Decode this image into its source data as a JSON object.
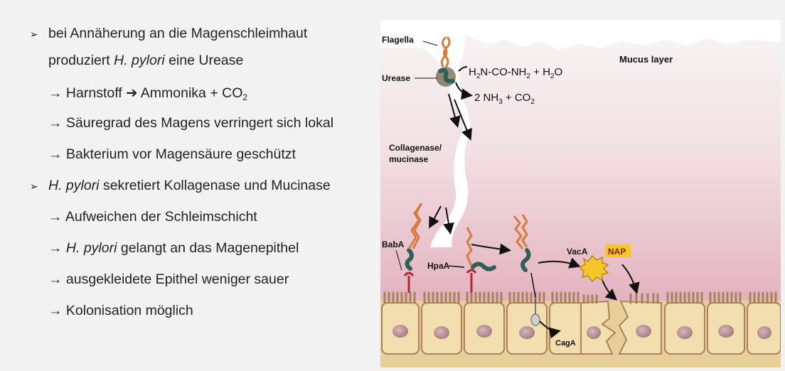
{
  "bullets": [
    {
      "type": "main",
      "line1": "bei Annäherung an die Magenschleimhaut",
      "line2_pre": "produziert ",
      "line2_italic": "H.  pylori",
      "line2_post": " eine Urease"
    },
    {
      "type": "sub",
      "arrow": "→",
      "pre": "Harnstoff ",
      "thick_arrow": "➔",
      "mid": " Ammonika + CO",
      "sub": "2"
    },
    {
      "type": "sub",
      "arrow": "→",
      "text": "Säuregrad des Magens verringert sich lokal"
    },
    {
      "type": "sub",
      "arrow": "→",
      "text": "Bakterium vor Magensäure geschützt"
    },
    {
      "type": "main",
      "italic": "H.  pylori",
      "text": " sekretiert Kollagenase und Mucinase"
    },
    {
      "type": "sub",
      "arrow": "→",
      "text": "Aufweichen der Schleimschicht"
    },
    {
      "type": "sub",
      "arrow": "→",
      "italic": "H. pylori",
      "text": " gelangt an das Magenepithel"
    },
    {
      "type": "sub",
      "arrow": "→",
      "text": "ausgekleidete Epithel weniger sauer"
    },
    {
      "type": "sub",
      "arrow": "→",
      "text": "Kolonisation möglich"
    }
  ],
  "bullet_marker": "➢",
  "figure": {
    "labels": {
      "flagella": "Flagella",
      "urease": "Urease",
      "mucus_layer": "Mucus layer",
      "collagenase_1": "Collagenase/",
      "collagenase_2": "mucinase",
      "baba": "BabA",
      "hpaa": "HpaA",
      "vaca": "VacA",
      "nap": "NAP",
      "caga": "CagA"
    },
    "reaction1": {
      "a": "H",
      "a_sub": "2",
      "b": "N-CO-NH",
      "b_sub": "2",
      "c": " + H",
      "c_sub": "2",
      "d": "O"
    },
    "reaction2": {
      "a": "2 NH",
      "a_sub": "3",
      "b": " + CO",
      "b_sub": "2"
    },
    "colors": {
      "mucus_top": "#f7f3f4",
      "mucus_bottom": "#e6b8c2",
      "cell_fill": "#f3deb0",
      "cell_border": "#a9825a",
      "nucleus": "#b58a8f",
      "bacterium": "#2f5f56",
      "flagella": "#d77a3d",
      "nap": "#f5c52b"
    }
  }
}
